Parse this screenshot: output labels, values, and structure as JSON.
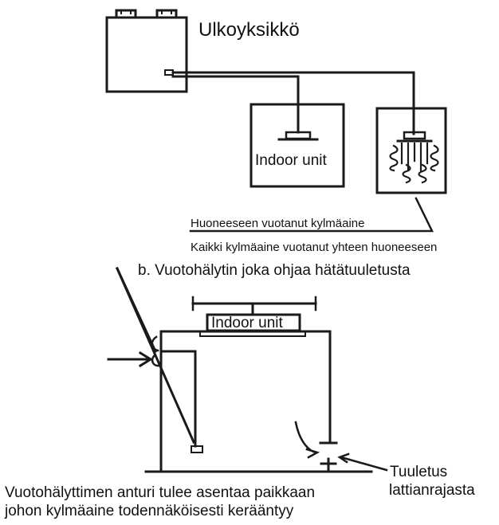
{
  "labels": {
    "outdoor_unit": "Ulkoyksikkö",
    "indoor_unit_top": "Indoor unit",
    "leaked_room": "Huoneeseen vuotanut kylmäaine",
    "all_leaked": "Kaikki kylmäaine vuotanut yhteen huoneeseen",
    "section_b": "b. Vuotohälytin joka ohjaa hätätuuletusta",
    "indoor_unit_bottom": "Indoor unit",
    "ventilation_line1": "Tuuletus",
    "ventilation_line2": "lattianrajasta",
    "sensor_note_line1": "Vuotohälyttimen anturi tulee asentaa paikkaan",
    "sensor_note_line2": "johon kylmäaine todennäköisesti kerääntyy"
  },
  "colors": {
    "line": "#1a1a1a",
    "text": "#111111",
    "background": "#ffffff"
  }
}
